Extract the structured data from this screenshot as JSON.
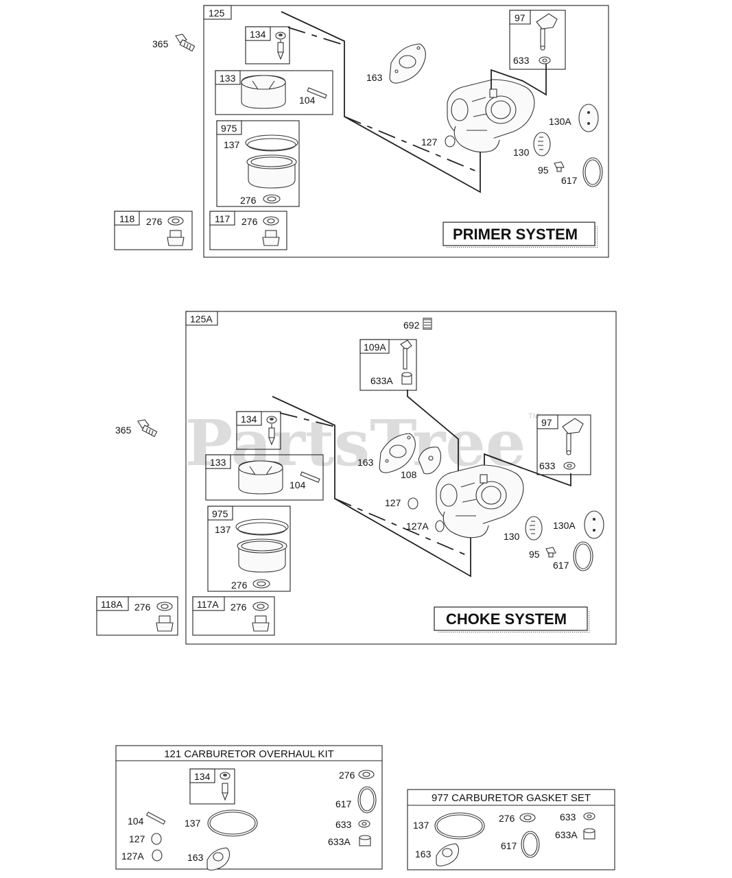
{
  "watermark": "PartsTree",
  "watermark_tm": "TM",
  "primer": {
    "title": "PRIMER SYSTEM",
    "tags": {
      "t125": "125",
      "t134": "134",
      "t133": "133",
      "t975": "975",
      "t118": "118",
      "t117": "117",
      "t97": "97"
    },
    "labels": {
      "l365": "365",
      "l104": "104",
      "l137": "137",
      "l276a": "276",
      "l276b": "276",
      "l276c": "276",
      "l163": "163",
      "l127": "127",
      "l633": "633",
      "l130A": "130A",
      "l130": "130",
      "l95": "95",
      "l617": "617"
    }
  },
  "choke": {
    "title": "CHOKE SYSTEM",
    "tags": {
      "t125A": "125A",
      "t109A": "109A",
      "t134": "134",
      "t133": "133",
      "t975": "975",
      "t118A": "118A",
      "t117A": "117A",
      "t97": "97"
    },
    "labels": {
      "l692": "692",
      "l633A": "633A",
      "l365": "365",
      "l163": "163",
      "l108": "108",
      "l104": "104",
      "l127": "127",
      "l127A": "127A",
      "l137": "137",
      "l276a": "276",
      "l276b": "276",
      "l276c": "276",
      "l633": "633",
      "l130A": "130A",
      "l130": "130",
      "l95": "95",
      "l617": "617"
    }
  },
  "overhaul_kit": {
    "title": "121 CARBURETOR OVERHAUL KIT",
    "tags": {
      "t134": "134"
    },
    "labels": {
      "l104": "104",
      "l127": "127",
      "l127A": "127A",
      "l137": "137",
      "l163": "163",
      "l276": "276",
      "l617": "617",
      "l633": "633",
      "l633A": "633A"
    }
  },
  "gasket_set": {
    "title": "977 CARBURETOR GASKET SET",
    "labels": {
      "l137": "137",
      "l163": "163",
      "l276": "276",
      "l617": "617",
      "l633": "633",
      "l633A": "633A"
    }
  }
}
